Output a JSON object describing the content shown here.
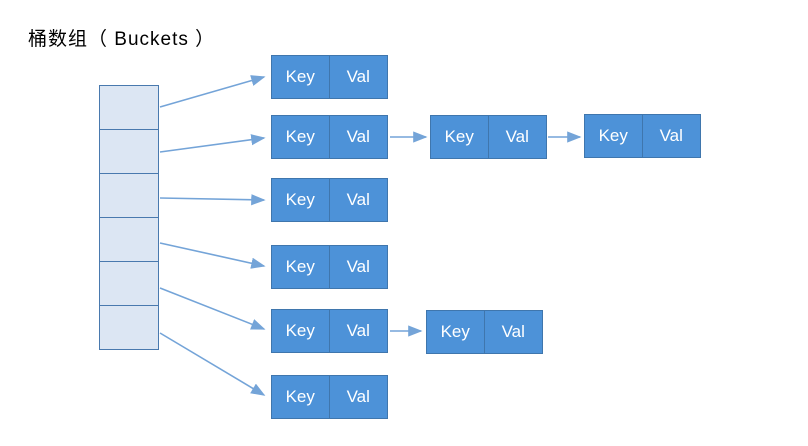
{
  "title": "桶数组（ Buckets ）",
  "node_labels": {
    "key": "Key",
    "val": "Val"
  },
  "structure": {
    "bucket_count": 6,
    "chains": [
      {
        "bucket_index": 0,
        "node_count": 1
      },
      {
        "bucket_index": 1,
        "node_count": 3
      },
      {
        "bucket_index": 2,
        "node_count": 1
      },
      {
        "bucket_index": 3,
        "node_count": 1
      },
      {
        "bucket_index": 4,
        "node_count": 2
      },
      {
        "bucket_index": 5,
        "node_count": 1
      }
    ]
  },
  "colors": {
    "node_fill": "#4d92d8",
    "node_border": "#3f76ad",
    "bucket_fill": "#dce6f3",
    "bucket_border": "#4979ae",
    "arrow": "#74a4d8",
    "title_color": "#000000",
    "node_text": "#ffffff"
  }
}
